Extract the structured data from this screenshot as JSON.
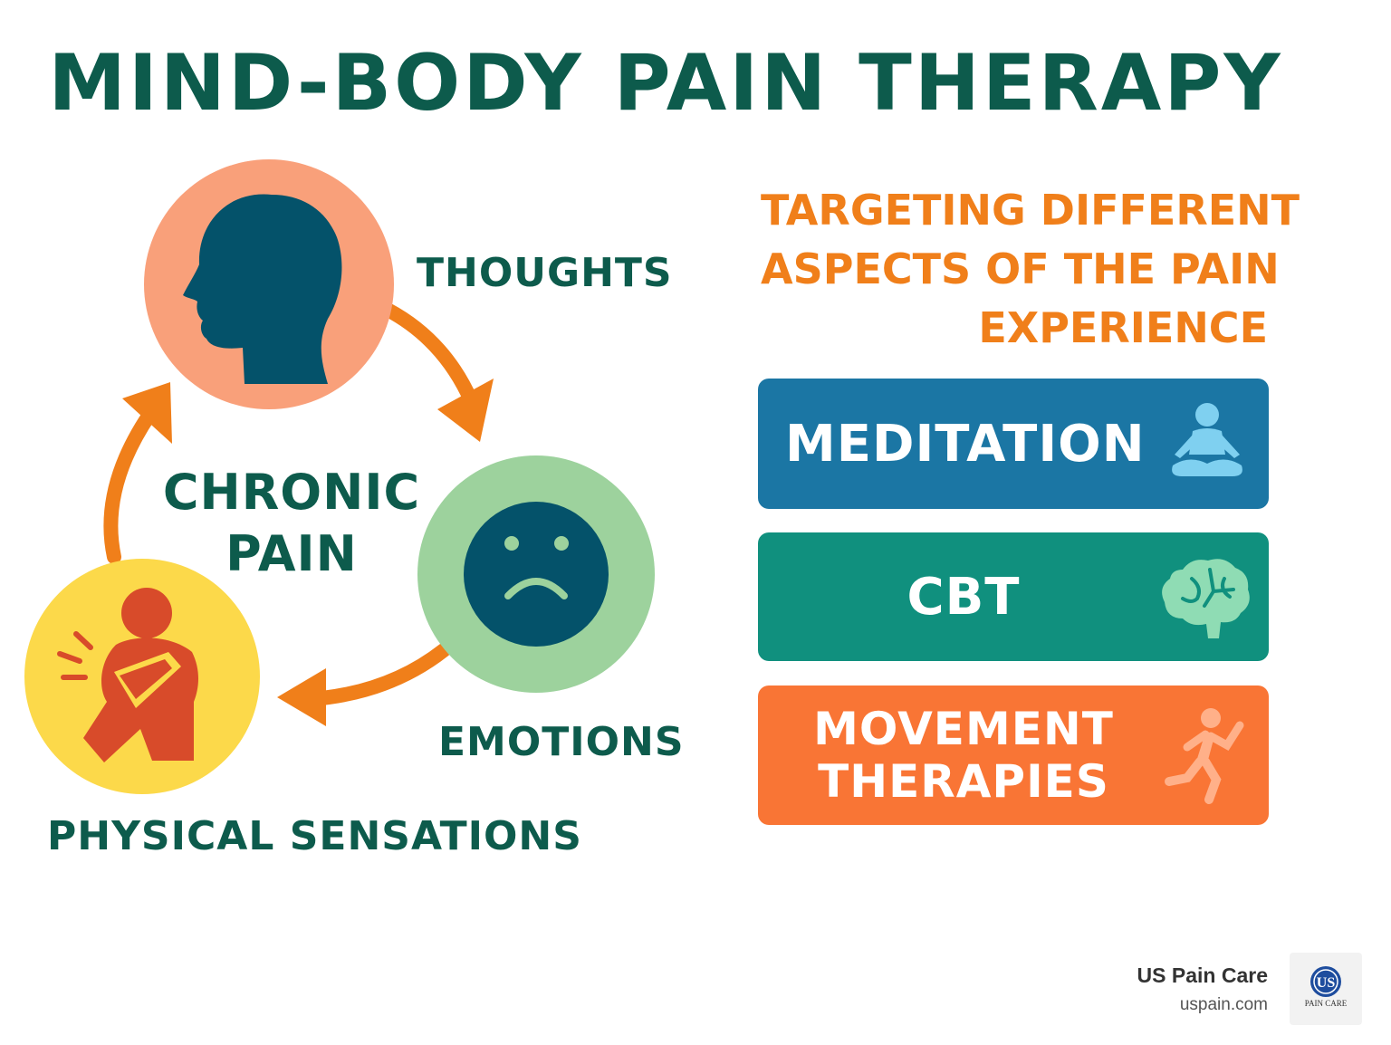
{
  "title": "MIND-BODY PAIN THERAPY",
  "cycle": {
    "center_line1": "CHRONIC",
    "center_line2": "PAIN",
    "thoughts": "THOUGHTS",
    "emotions": "EMOTIONS",
    "physical": "PHYSICAL SENSATIONS"
  },
  "subheading": {
    "line1": "TARGETING DIFFERENT",
    "line2": "ASPECTS OF THE PAIN",
    "line3": "EXPERIENCE"
  },
  "therapies": {
    "meditation": "MEDITATION",
    "cbt": "CBT",
    "movement_line1": "MOVEMENT",
    "movement_line2": "THERAPIES"
  },
  "brand": {
    "name": "US Pain Care",
    "url": "uspain.com",
    "logo_letters": "US",
    "logo_caption": "PAIN CARE"
  },
  "colors": {
    "dark_green": "#0d5b4c",
    "orange": "#f07f1a",
    "salmon": "#f9a07a",
    "light_green": "#9dd29d",
    "yellow": "#fcd94a",
    "navy_teal": "#04526a",
    "meditation_blue": "#1b76a4",
    "cbt_teal": "#10907e",
    "movement_orange": "#f97535"
  },
  "icons": [
    "head-profile-icon",
    "sad-face-icon",
    "pain-person-icon",
    "meditation-icon",
    "brain-icon",
    "running-person-icon"
  ]
}
